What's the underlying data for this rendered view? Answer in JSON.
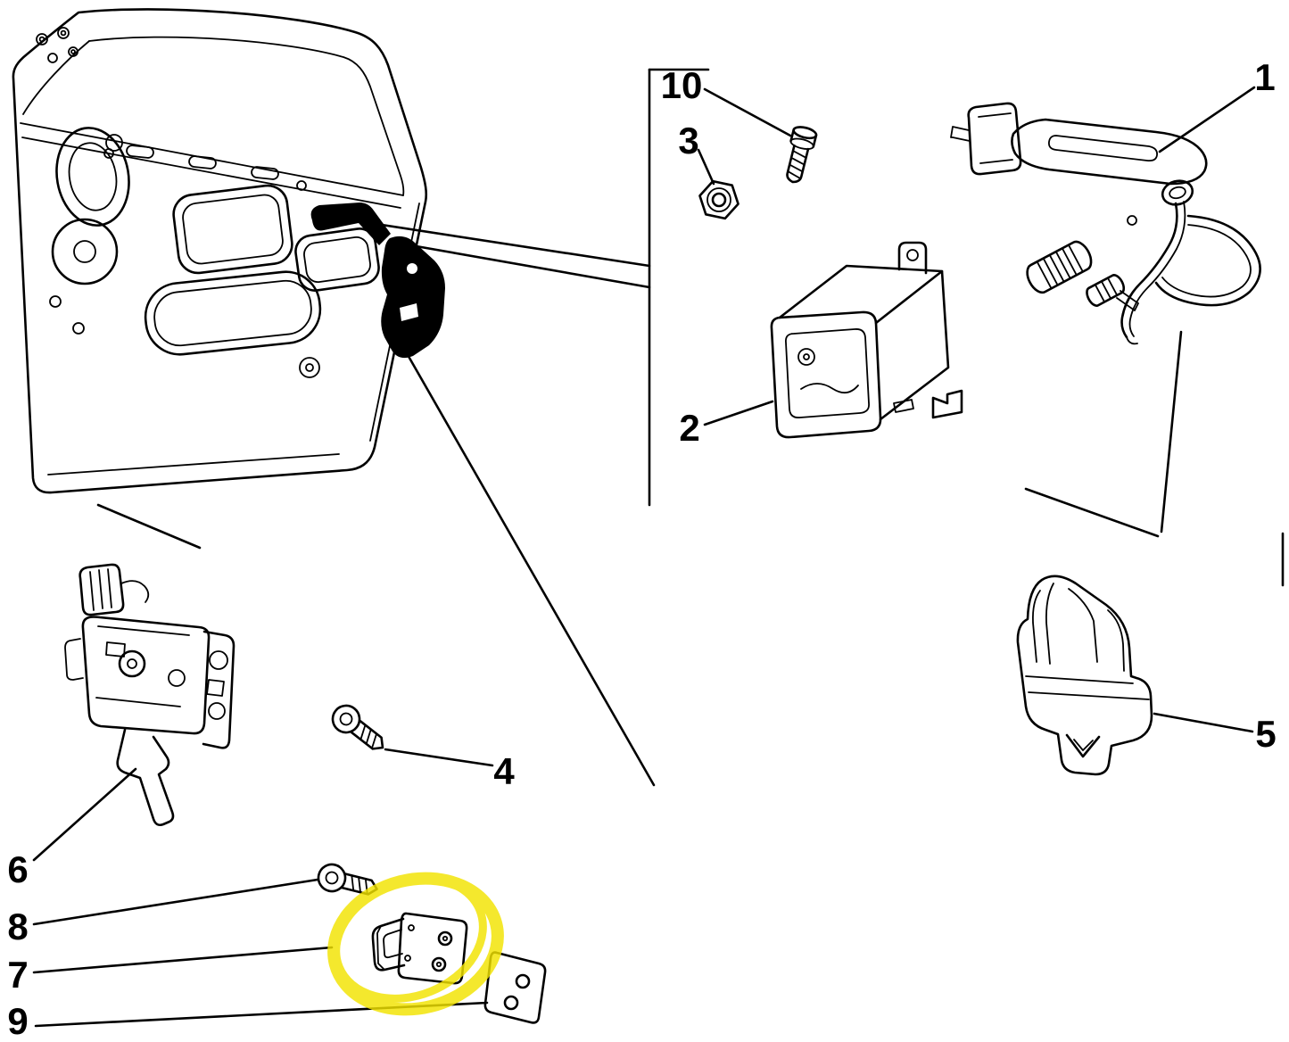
{
  "diagram": {
    "type": "exploded-parts-diagram",
    "background_color": "#ffffff",
    "line_color": "#000000",
    "highlight_color": "#f2e300",
    "highlighted_label": "7",
    "labels": [
      {
        "text": "1",
        "name": "door-handle"
      },
      {
        "text": "2",
        "name": "lock-housing"
      },
      {
        "text": "3",
        "name": "nut"
      },
      {
        "text": "4",
        "name": "screw"
      },
      {
        "text": "5",
        "name": "retainer-clip"
      },
      {
        "text": "6",
        "name": "door-lock-latch"
      },
      {
        "text": "7",
        "name": "striker-highlighted"
      },
      {
        "text": "8",
        "name": "screw"
      },
      {
        "text": "9",
        "name": "shim-plate"
      },
      {
        "text": "10",
        "name": "screw"
      }
    ]
  }
}
